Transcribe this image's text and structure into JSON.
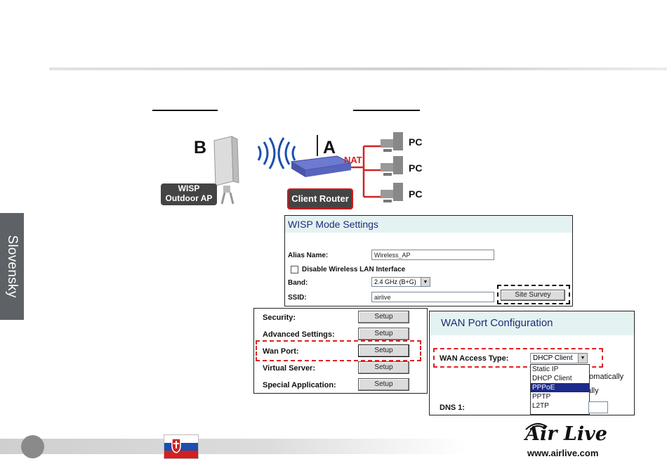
{
  "sidebar": {
    "language": "Slovensky"
  },
  "diagram": {
    "label_b": "B",
    "label_a": "A",
    "nat": "NAT",
    "pc_labels": [
      "PC",
      "PC",
      "PC"
    ],
    "wisp_label_line1": "WISP",
    "wisp_label_line2": "Outdoor AP",
    "client_router": "Client Router"
  },
  "wisp_settings": {
    "title": "WISP Mode Settings",
    "alias_label": "Alias Name:",
    "alias_value": "Wireless_AP",
    "disable_label": "Disable Wireless LAN Interface",
    "band_label": "Band:",
    "band_value": "2.4 GHz (B+G)",
    "ssid_label": "SSID:",
    "ssid_value": "airlive",
    "site_survey": "Site Survey"
  },
  "setup_panel": {
    "rows": [
      {
        "label": "Security:",
        "button": "Setup"
      },
      {
        "label": "Advanced Settings:",
        "button": "Setup"
      },
      {
        "label": "Wan Port:",
        "button": "Setup"
      },
      {
        "label": "Virtual Server:",
        "button": "Setup"
      },
      {
        "label": "Special Application:",
        "button": "Setup"
      }
    ]
  },
  "wan_config": {
    "title": "WAN Port Configuration",
    "access_label": "WAN Access Type:",
    "access_value": "DHCP Client",
    "options": [
      "Static IP",
      "DHCP Client",
      "PPPoE",
      "PPTP",
      "L2TP"
    ],
    "selected_option": "PPPoE",
    "partial_1": "utomatically",
    "partial_2": "ually",
    "dns_label": "DNS 1:"
  },
  "footer": {
    "brand": "Air Live",
    "url": "www.airlive.com"
  },
  "colors": {
    "accent_red": "#d22222",
    "panel_title_bg": "#e5f2f2",
    "title_blue": "#1c2f77"
  }
}
